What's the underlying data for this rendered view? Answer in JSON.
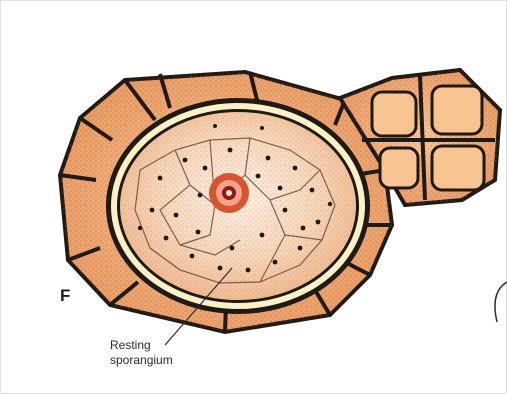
{
  "figure": {
    "panel_letter": "F",
    "label_lines": [
      "Resting",
      "sporangium"
    ]
  },
  "colors": {
    "cell_fill": "#f0a96e",
    "cell_wall": "#1e1a16",
    "layer_fill": "#e8c8a2",
    "cream_ring": "#fbf0c6",
    "sporangium_fill": "#f6d7bc",
    "centre_red": "#d9542c"
  }
}
